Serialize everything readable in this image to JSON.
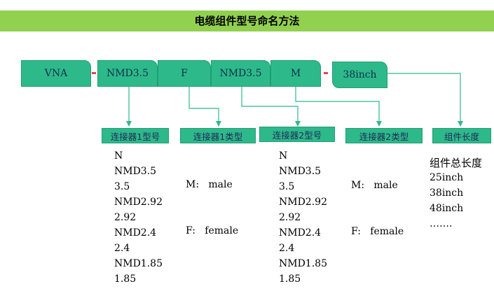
{
  "title": "电缆组件型号命名方法",
  "segments": {
    "vna": "VNA",
    "conn1_model": "NMD3.5",
    "conn1_type": "F",
    "conn2_model": "NMD3.5",
    "conn2_type": "M",
    "length": "38inch"
  },
  "separator": "-",
  "labels": {
    "conn1_model": "连接器1型号",
    "conn1_type": "连接器1类型",
    "conn2_model": "连接器2型号",
    "conn2_type": "连接器2类型",
    "length": "组件长度"
  },
  "conn1_models": [
    "N",
    "NMD3.5",
    "3.5",
    "NMD2.92",
    "2.92",
    "NMD2.4",
    "2.4",
    "NMD1.85",
    "1.85"
  ],
  "conn1_types": [
    "M:   male",
    "F:   female"
  ],
  "conn2_models": [
    "N",
    "NMD3.5",
    "3.5",
    "NMD2.92",
    "2.92",
    "NMD2.4",
    "2.4",
    "NMD1.85",
    "1.85"
  ],
  "conn2_types": [
    "M:   male",
    "F:   female"
  ],
  "length_title": "组件总长度",
  "lengths": [
    "25inch",
    "38inch",
    "48inch",
    "……."
  ],
  "colors": {
    "title_bar": "#92d050",
    "segment": "#2eb98a",
    "arrow": "#2eb98a",
    "separator": "#e8424f"
  }
}
